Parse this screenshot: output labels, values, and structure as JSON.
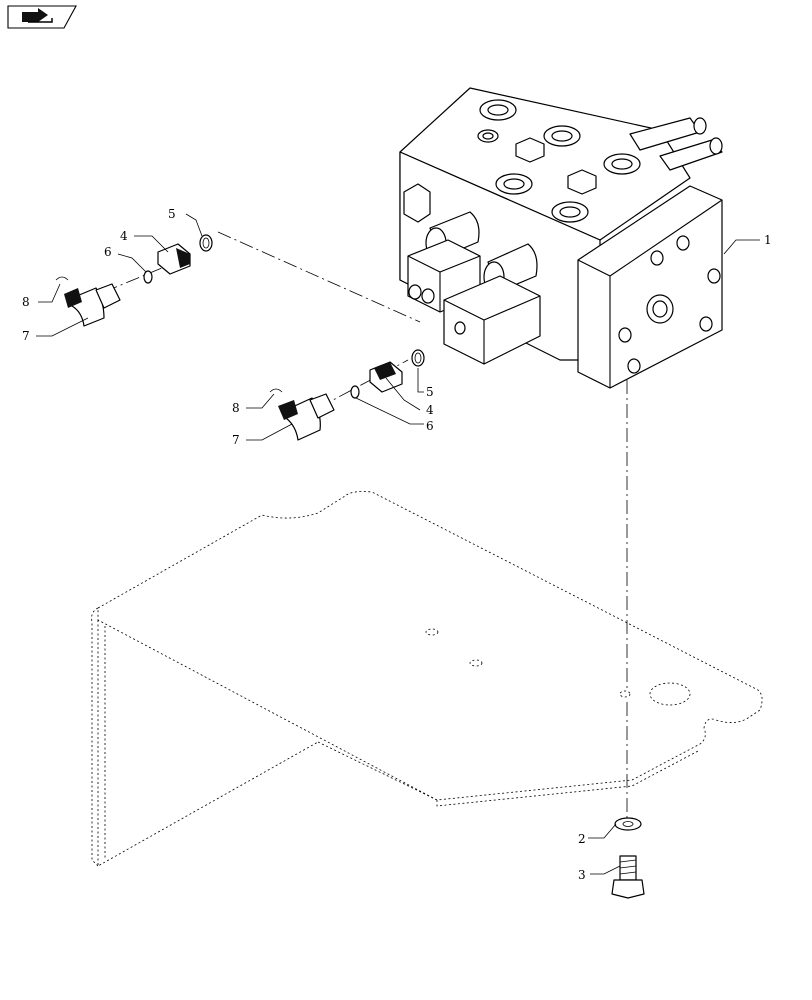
{
  "nav": {
    "icon": "forward-arrow-icon"
  },
  "callouts": {
    "c1": "1",
    "c2": "2",
    "c3": "3",
    "c4a": "4",
    "c5a": "5",
    "c6a": "6",
    "c7a": "7",
    "c8a": "8",
    "c4b": "4",
    "c5b": "5",
    "c6b": "6",
    "c7b": "7",
    "c8b": "8"
  }
}
